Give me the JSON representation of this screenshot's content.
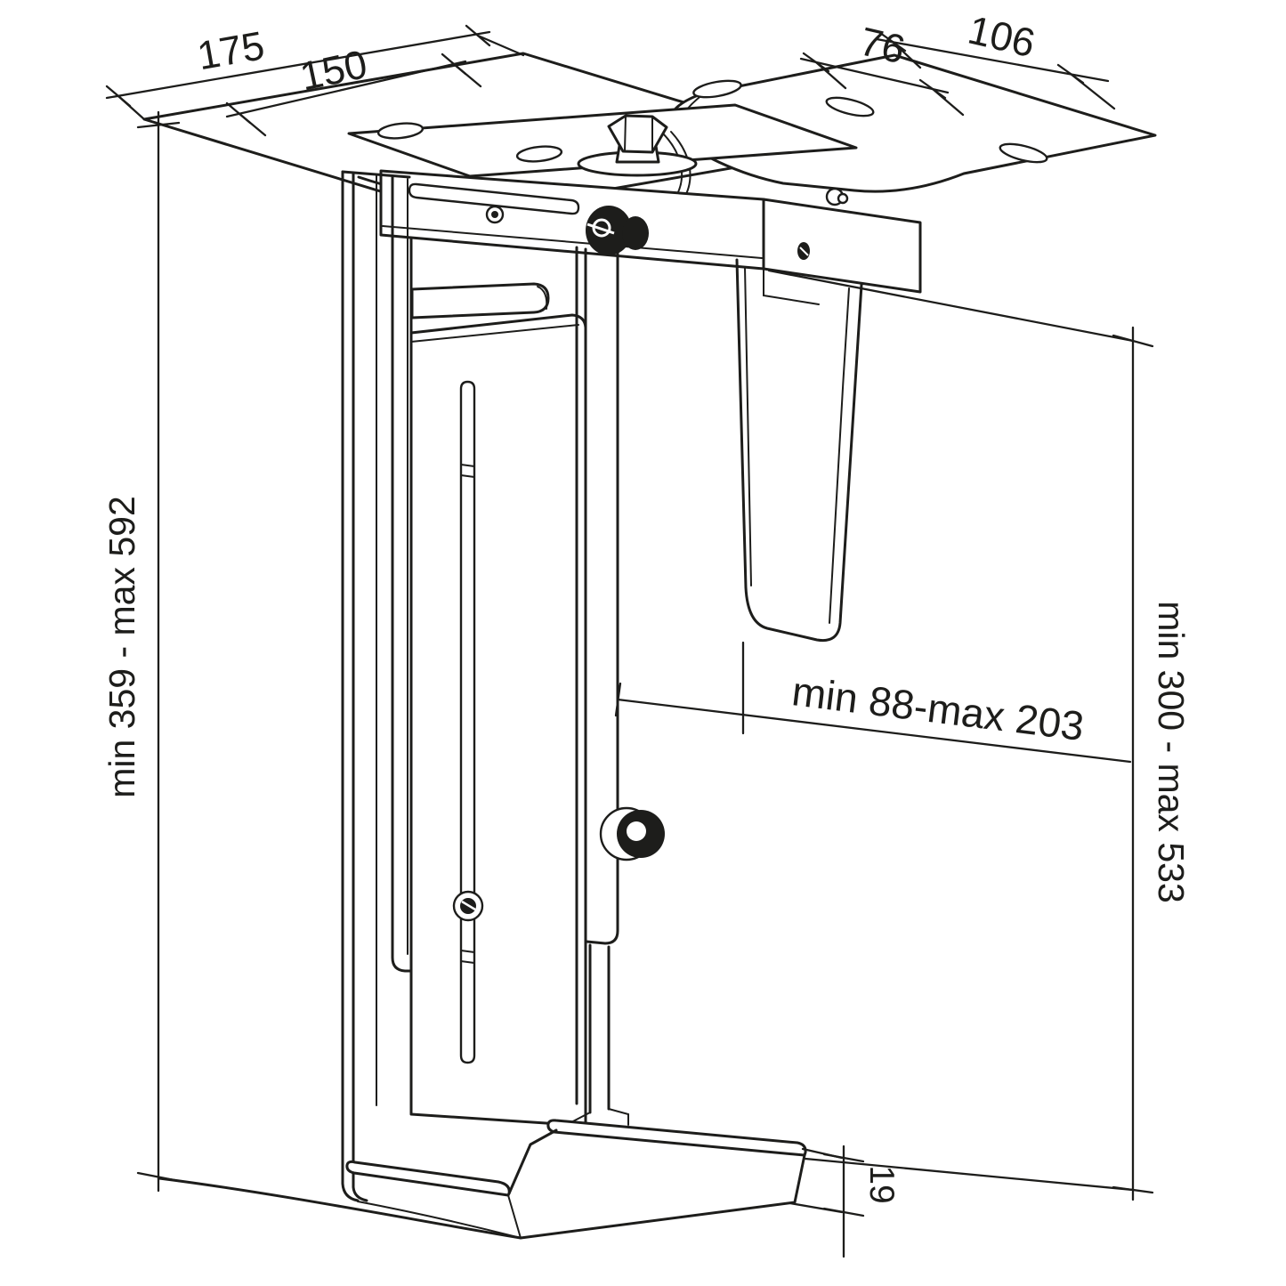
{
  "drawing": {
    "subject": "under-desk CPU holder dimensional drawing",
    "background_color": "#ffffff",
    "line_color": "#1d1d1b",
    "dimensions": {
      "top_plate_depth": "175",
      "top_plate_slot_pitch": "150",
      "bracket_width": "106",
      "bracket_slot_pitch": "76",
      "total_height_range": "min 359 - max 592",
      "cpu_width_range": "min 88-max 203",
      "cpu_height_range": "min 300 - max 533",
      "base_lip_height": "19"
    }
  }
}
